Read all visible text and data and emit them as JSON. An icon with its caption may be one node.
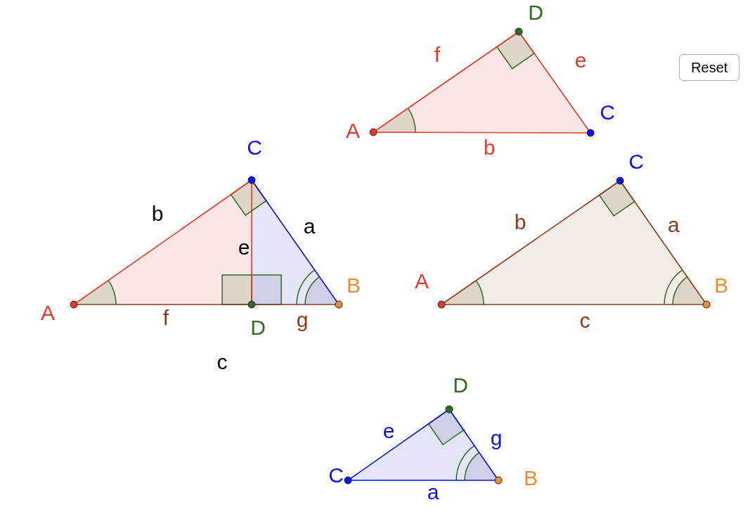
{
  "diagram": {
    "labels": [
      "D",
      "f",
      "e",
      "Reset",
      "A",
      "C",
      "C",
      "b",
      "C",
      "b",
      "a",
      "b",
      "a",
      "e",
      "B",
      "A",
      "B",
      "A",
      "f",
      "D",
      "g",
      "c",
      "c",
      "D",
      "e",
      "g",
      "C",
      "B",
      "a"
    ]
  }
}
